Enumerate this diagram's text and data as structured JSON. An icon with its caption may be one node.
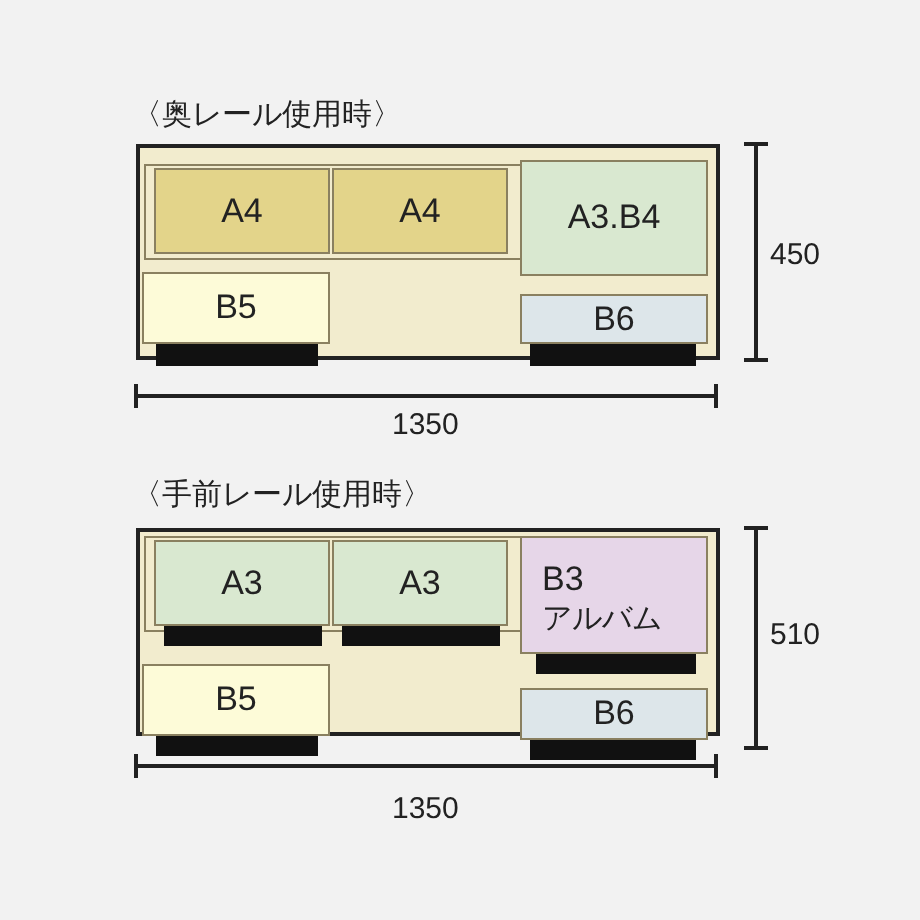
{
  "diagram": {
    "nodes": [
      {
        "text": [
          "〈奥レール使用時〉"
        ]
      },
      {
        "text": [
          "A4"
        ],
        "in": 0
      },
      {
        "text": [
          "A4"
        ],
        "in": 0
      },
      {
        "text": [
          "A3.B4"
        ],
        "in": 0
      },
      {
        "text": [
          "B5"
        ],
        "in": 0
      },
      {
        "text": [
          "B6"
        ],
        "in": 0
      },
      {
        "text": [
          "〈手前レール使用時〉"
        ]
      },
      {
        "text": [
          "A3"
        ],
        "in": 6
      },
      {
        "text": [
          "A3"
        ],
        "in": 6
      },
      {
        "text": [
          "B3",
          "アルバム"
        ],
        "in": 6
      },
      {
        "text": [
          "B5"
        ],
        "in": 6
      },
      {
        "text": [
          "B6"
        ],
        "in": 6
      }
    ],
    "edges": [],
    "labels": [
      "450",
      "1350",
      "510",
      "1350"
    ]
  }
}
